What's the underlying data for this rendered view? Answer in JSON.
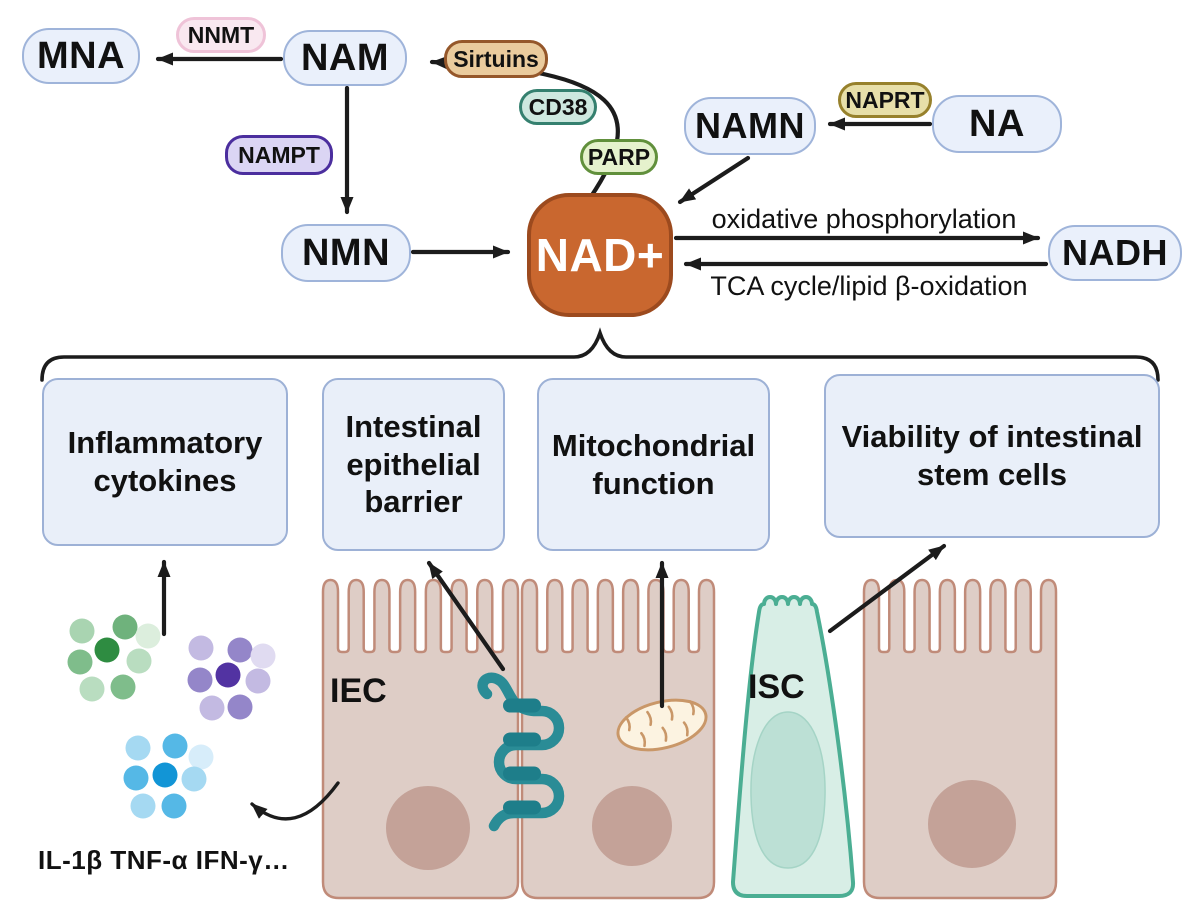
{
  "figure": {
    "nodes": {
      "mna": "MNA",
      "nam": "NAM",
      "nmn": "NMN",
      "namn": "NAMN",
      "na": "NA",
      "nad": "NAD+",
      "nadh": "NADH"
    },
    "enzymes": {
      "nnmt": "NNMT",
      "nampt": "NAMPT",
      "sirtuins": "Sirtuins",
      "cd38": "CD38",
      "parp": "PARP",
      "naprt": "NAPRT"
    },
    "fluxes": {
      "oxphos": "oxidative phosphorylation",
      "tca": "TCA cycle/lipid β-oxidation"
    },
    "outcomes": {
      "inflammatory": "Inflammatory cytokines",
      "barrier": "Intestinal epithelial barrier",
      "mitochondrial": "Mitochondrial function",
      "viability": "Viability of intestinal stem cells"
    },
    "cells": {
      "iec": "IEC",
      "isc": "ISC"
    },
    "cytokines_caption": "IL-1β  TNF-α  IFN-γ…",
    "icons": {
      "mitochondria": "mitochondria-icon",
      "tight_junction": "tight-junction-icon",
      "cytokine_cluster_green": "cytokine-cluster-green-icon",
      "cytokine_cluster_purple": "cytokine-cluster-purple-icon",
      "cytokine_cluster_blue": "cytokine-cluster-blue-icon"
    },
    "colors": {
      "nad_fill": "#C9672F",
      "nad_border": "#9C4A1E",
      "metabolite_fill": "#EAF0FB",
      "metabolite_border": "#9FB4DA",
      "nnmt_fill": "#F9E8F0",
      "nnmt_border": "#EFC3D8",
      "nampt_fill": "#DBD5F4",
      "nampt_border": "#4B2E9E",
      "sirtuins_fill": "#EACB9D",
      "sirtuins_border": "#95572A",
      "cd38_fill": "#CEE8DF",
      "cd38_border": "#35806F",
      "parp_fill": "#E5F2CD",
      "parp_border": "#61903C",
      "naprt_fill": "#E7DFA9",
      "naprt_border": "#97812C",
      "iec_cell_fill": "#DECDC6",
      "iec_cell_border": "#C08B79",
      "nucleus_fill": "#C4A298",
      "isc_fill": "#D8EEE6",
      "isc_border": "#4BAE93",
      "isc_nucleus_fill": "#BCE0D5",
      "tight_junction": "#2A8C96",
      "tight_junction_clamp": "#1E7E8A",
      "mitochondria_fill": "#FCF3E1",
      "mitochondria_border": "#C99768",
      "arrow": "#1C1C1C",
      "cytokine_green_dark": "#2E8C41",
      "cytokine_purple_dark": "#5233A2",
      "cytokine_blue_dark": "#1295D6"
    }
  }
}
